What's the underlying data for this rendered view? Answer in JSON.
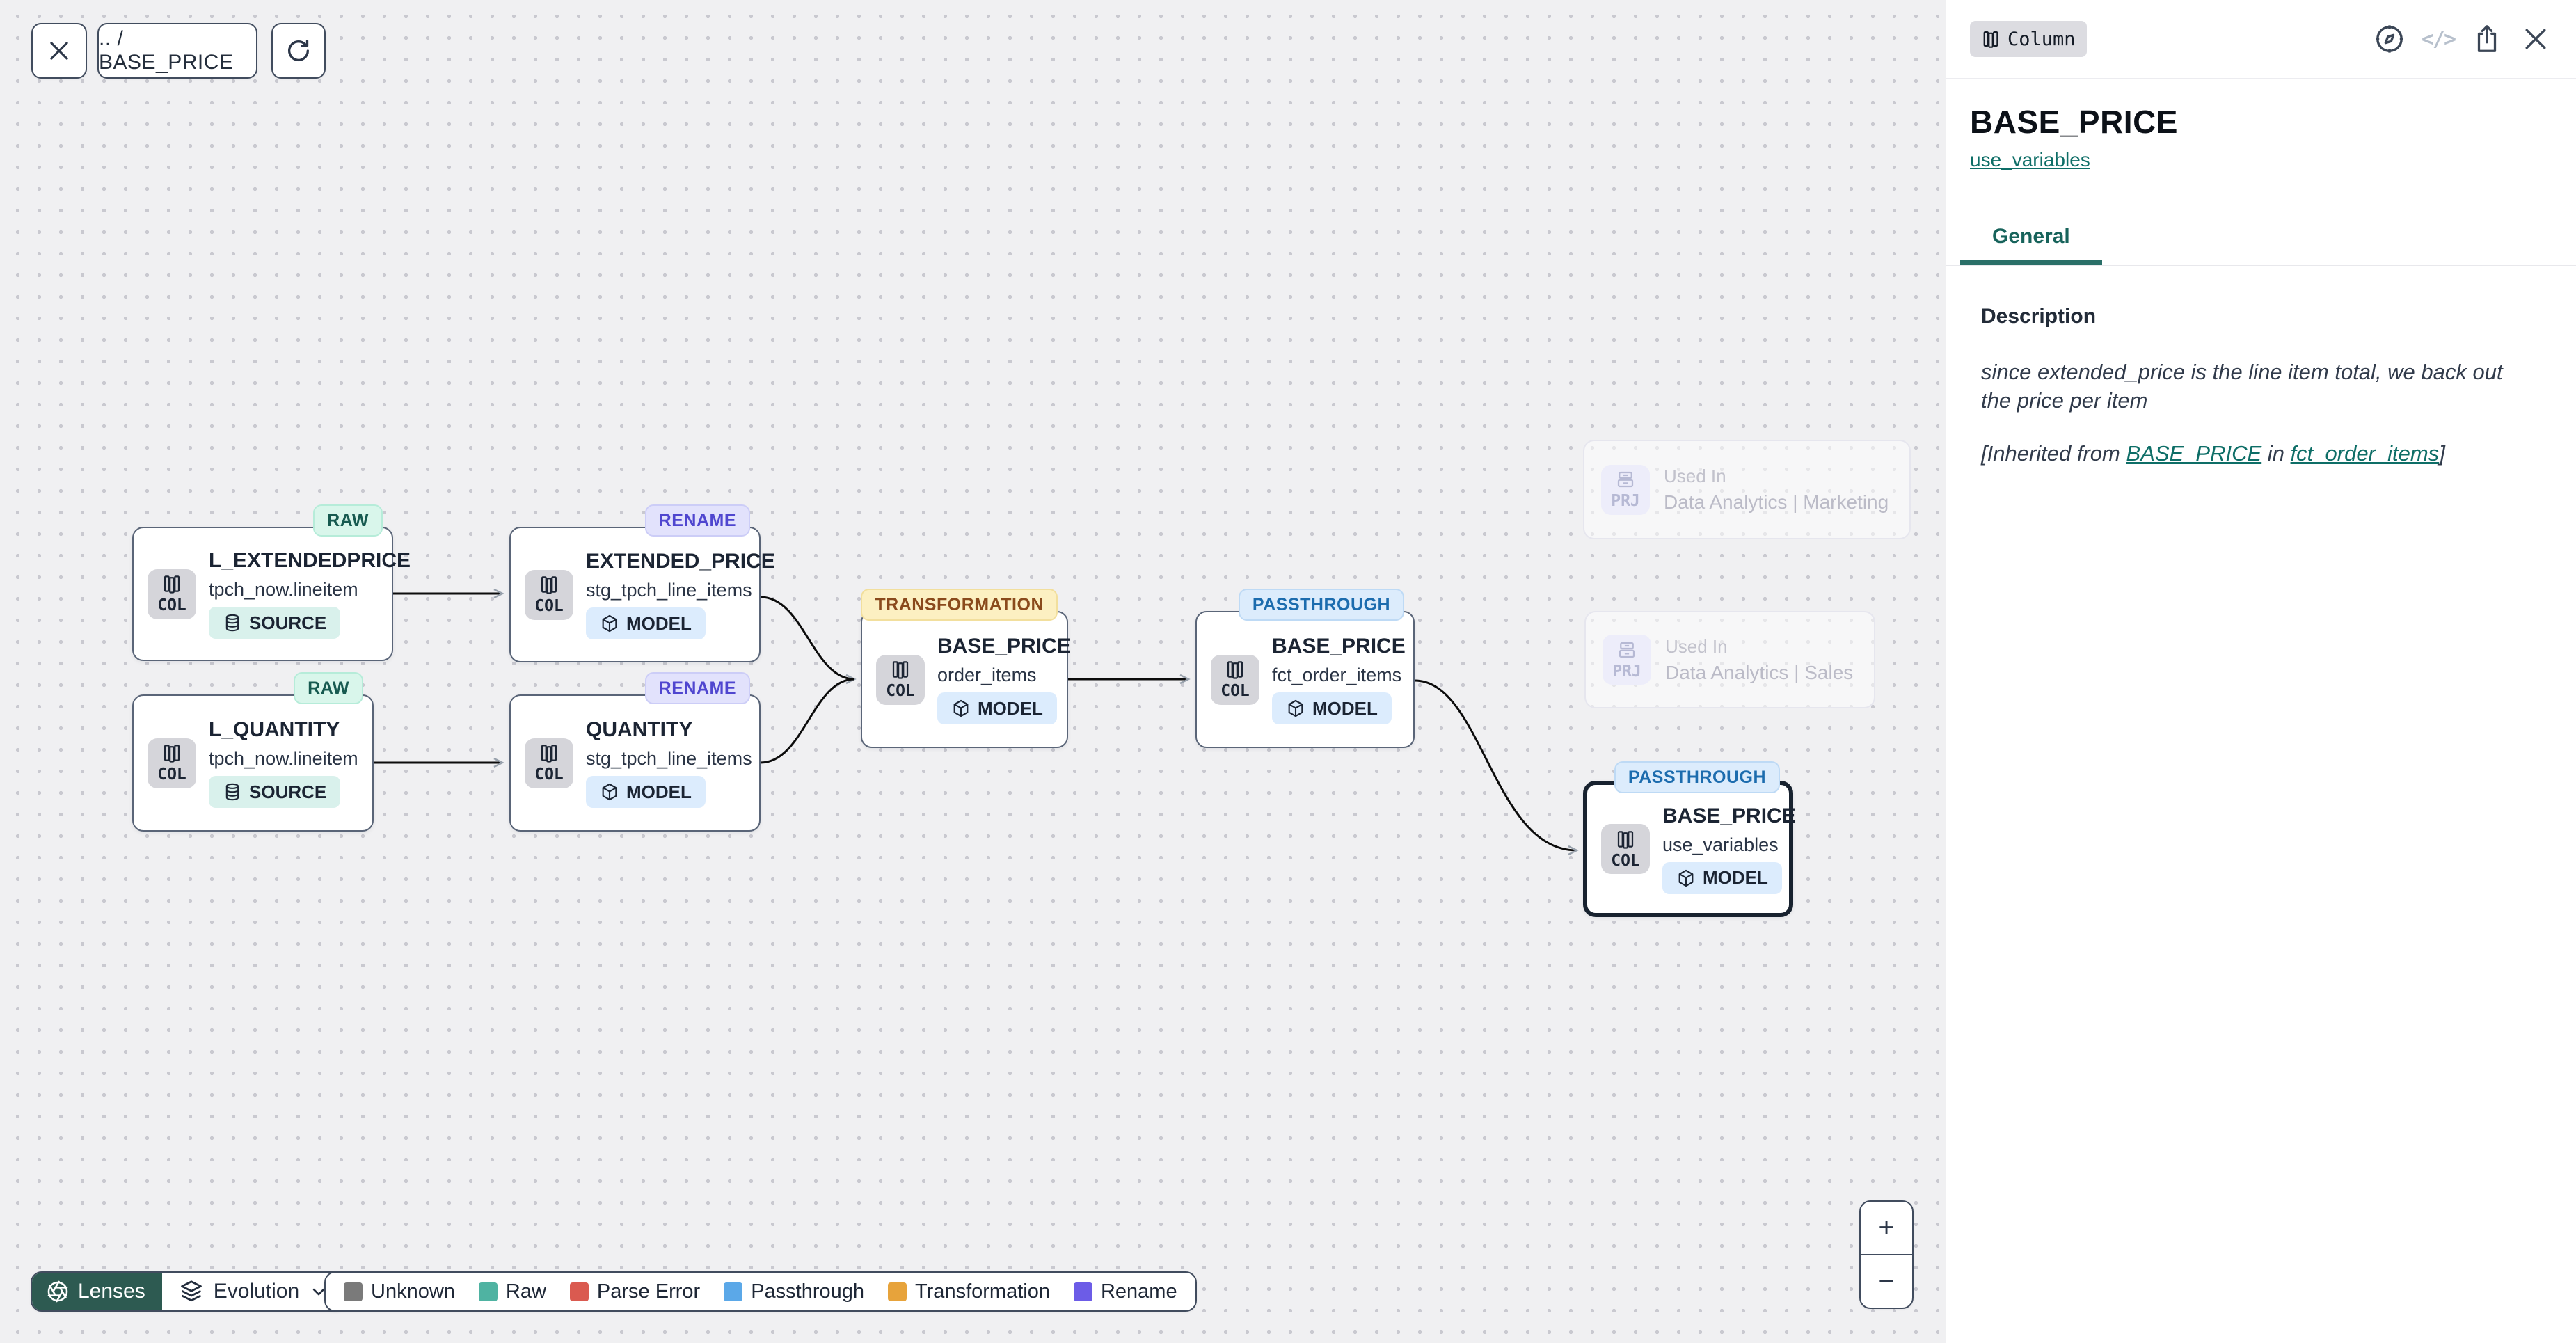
{
  "toolbar": {
    "breadcrumb": ".. / BASE_PRICE"
  },
  "canvas": {
    "nodes": [
      {
        "badge": "RAW",
        "badge_type": "raw",
        "title": "L_EXTENDEDPRICE",
        "subtitle": "tpch_now.lineitem",
        "kind": "SOURCE",
        "chip_label": "COL"
      },
      {
        "badge": "RENAME",
        "badge_type": "rename",
        "title": "EXTENDED_PRICE",
        "subtitle": "stg_tpch_line_items",
        "kind": "MODEL",
        "chip_label": "COL"
      },
      {
        "badge": "RAW",
        "badge_type": "raw",
        "title": "L_QUANTITY",
        "subtitle": "tpch_now.lineitem",
        "kind": "SOURCE",
        "chip_label": "COL"
      },
      {
        "badge": "RENAME",
        "badge_type": "rename",
        "title": "QUANTITY",
        "subtitle": "stg_tpch_line_items",
        "kind": "MODEL",
        "chip_label": "COL"
      },
      {
        "badge": "TRANSFORMATION",
        "badge_type": "transformation",
        "title": "BASE_PRICE",
        "subtitle": "order_items",
        "kind": "MODEL",
        "chip_label": "COL"
      },
      {
        "badge": "PASSTHROUGH",
        "badge_type": "passthrough",
        "title": "BASE_PRICE",
        "subtitle": "fct_order_items",
        "kind": "MODEL",
        "chip_label": "COL"
      },
      {
        "badge": "PASSTHROUGH",
        "badge_type": "passthrough",
        "title": "BASE_PRICE",
        "subtitle": "use_variables",
        "kind": "MODEL",
        "chip_label": "COL",
        "selected": true
      }
    ],
    "projects": [
      {
        "label": "Used In",
        "name": "Data Analytics | Marketing",
        "chip_label": "PRJ"
      },
      {
        "label": "Used In",
        "name": "Data Analytics | Sales",
        "chip_label": "PRJ"
      }
    ]
  },
  "footer": {
    "lenses_label": "Lenses",
    "lens_selected": "Evolution",
    "legend": [
      {
        "label": "Unknown",
        "color": "#7a7a7a"
      },
      {
        "label": "Raw",
        "color": "#4fb3a2"
      },
      {
        "label": "Parse Error",
        "color": "#da5a50"
      },
      {
        "label": "Passthrough",
        "color": "#5ba8e8"
      },
      {
        "label": "Transformation",
        "color": "#e7a33b"
      },
      {
        "label": "Rename",
        "color": "#6c5ce7"
      }
    ]
  },
  "zoom_controls": {
    "zoom_in": "+",
    "zoom_out": "−"
  },
  "sidebar": {
    "type_badge": "Column",
    "code_icon_glyph": "</>",
    "title": "BASE_PRICE",
    "model_link": "use_variables",
    "tabs": [
      {
        "label": "General"
      }
    ],
    "description_label": "Description",
    "description_text": "since extended_price is the line item total, we back out the price per item",
    "inherited_prefix": "[Inherited from ",
    "inherited_link1": "BASE_PRICE",
    "inherited_mid": " in ",
    "inherited_link2": "fct_order_items",
    "inherited_suffix": "]"
  },
  "colors": {
    "accent_teal": "#0e6e67",
    "lenses_button_bg": "#2d5a51",
    "badge_raw_bg": "#d9f6eb",
    "badge_rename_bg": "#e2e2fc",
    "badge_transformation_bg": "#fcf0c2",
    "badge_passthrough_bg": "#dcecfc",
    "source_pill_bg": "#d9f1ec",
    "model_pill_bg": "#dcecfd"
  }
}
